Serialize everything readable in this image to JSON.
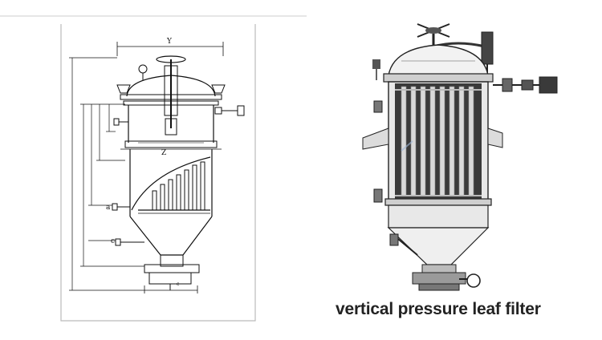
{
  "caption": "vertical pressure leaf filter",
  "drawing_labels": {
    "width_top": "Y",
    "width_mid": "Z",
    "dim_a": "a",
    "dim_c": "c",
    "dim_c_bottom": "c"
  },
  "colors": {
    "line": "#111111",
    "frame": "#bbbbbb",
    "panel": "#333333",
    "shell": "#dddddd"
  }
}
